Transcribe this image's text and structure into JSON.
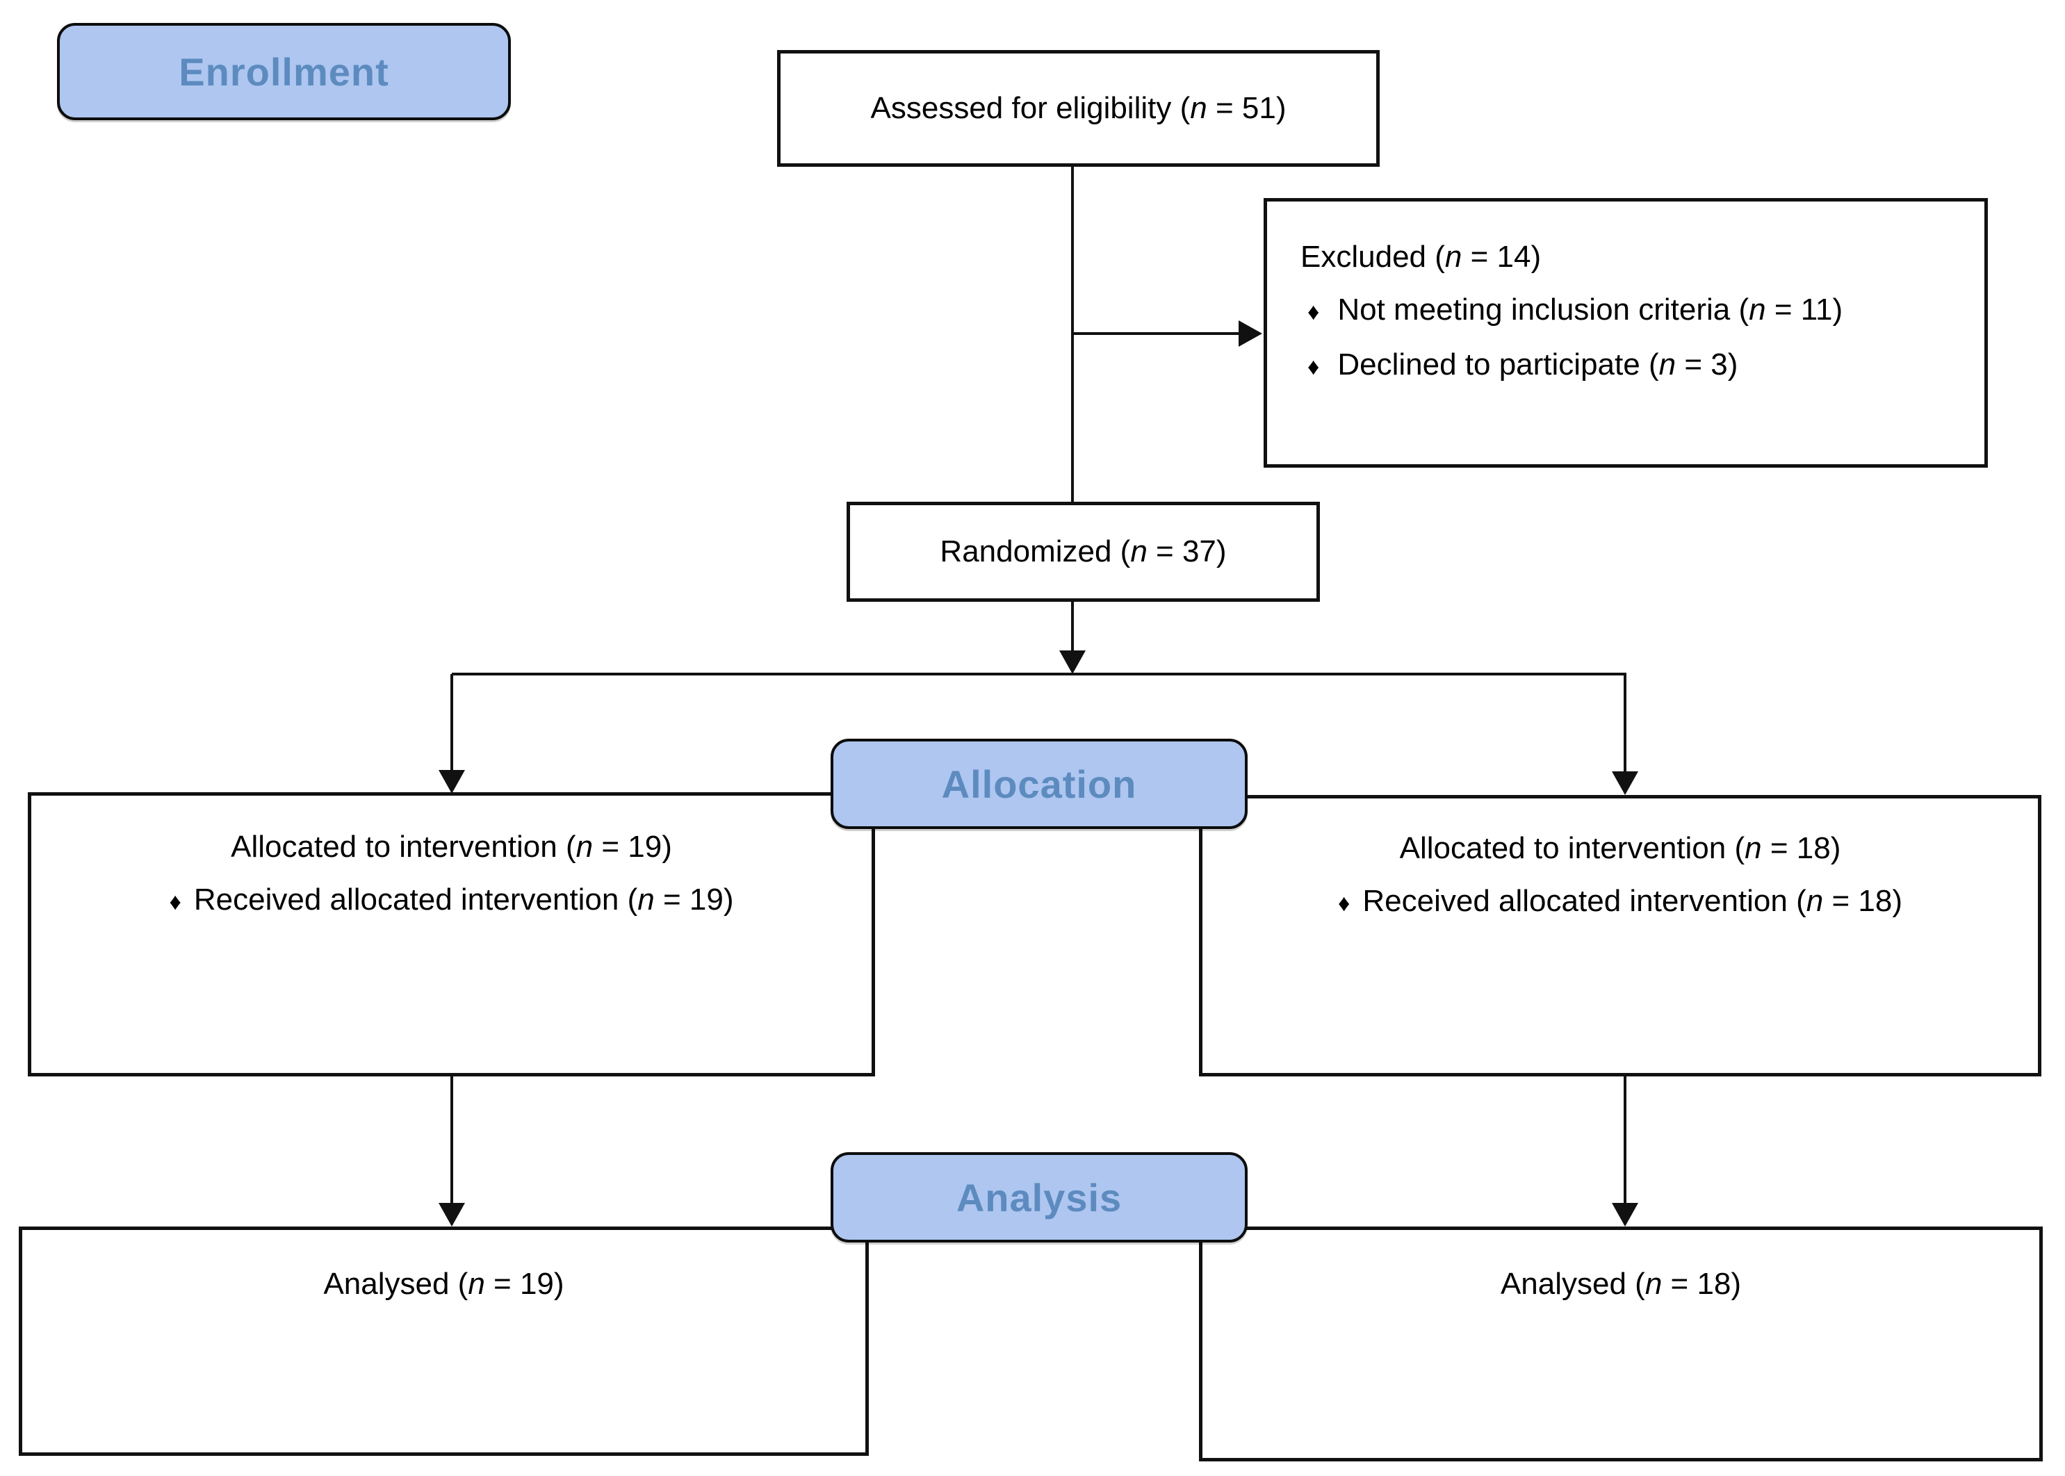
{
  "diagram_type": "CONSORT participant flow diagram",
  "bullet_char": "♦",
  "colors": {
    "stage_pill_fill": "#aec6f0",
    "stage_pill_text": "#5d8bbf",
    "box_border": "#111111",
    "body_text": "#000000"
  },
  "stages": {
    "enrollment_label": "Enrollment",
    "allocation_label": "Allocation",
    "analysis_label": "Analysis"
  },
  "boxes": {
    "assessed": {
      "text": "Assessed for eligibility (n = 51)"
    },
    "excluded": {
      "title": "Excluded (n = 14)",
      "items": [
        "Not meeting inclusion criteria (n = 11)",
        "Declined to participate (n = 3)"
      ]
    },
    "randomized": {
      "text": "Randomized (n = 37)"
    },
    "alloc_left": {
      "title": "Allocated to intervention (n = 19)",
      "items": [
        "Received allocated intervention (n = 19)"
      ]
    },
    "alloc_right": {
      "title": "Allocated to intervention (n = 18)",
      "items": [
        "Received allocated intervention (n = 18)"
      ]
    },
    "analysed_left": {
      "title": "Analysed (n = 19)"
    },
    "analysed_right": {
      "title": "Analysed (n = 18)"
    }
  }
}
